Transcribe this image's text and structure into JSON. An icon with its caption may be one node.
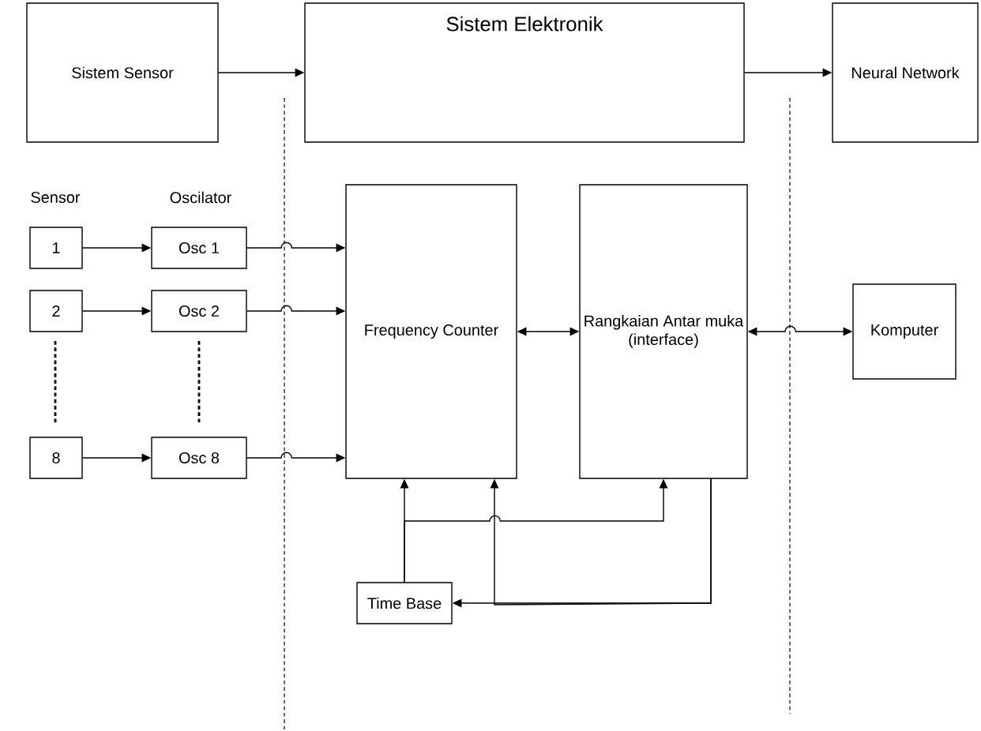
{
  "diagram": {
    "nodes": [
      {
        "text": [
          "Sistem Sensor"
        ]
      },
      {
        "text": [
          "Sistem Elektronik"
        ]
      },
      {
        "text": [
          "Neural Network"
        ]
      },
      {
        "text": [
          "1"
        ]
      },
      {
        "text": [
          "2"
        ]
      },
      {
        "text": [
          "8"
        ]
      },
      {
        "text": [
          "Osc 1"
        ]
      },
      {
        "text": [
          "Osc 2"
        ]
      },
      {
        "text": [
          "Osc 8"
        ]
      },
      {
        "text": [
          "Frequency Counter"
        ]
      },
      {
        "text": [
          "Rangkaian Antar muka (interface)"
        ]
      },
      {
        "text": [
          "Komputer"
        ]
      },
      {
        "text": [
          "Time Base"
        ]
      }
    ],
    "edges": [
      {
        "from": 0,
        "to": 1,
        "arrow": "to"
      },
      {
        "from": 1,
        "to": 2,
        "arrow": "to"
      },
      {
        "from": 3,
        "to": 6,
        "arrow": "to"
      },
      {
        "from": 4,
        "to": 7,
        "arrow": "to"
      },
      {
        "from": 5,
        "to": 8,
        "arrow": "to"
      },
      {
        "from": 6,
        "to": 9,
        "arrow": "to"
      },
      {
        "from": 7,
        "to": 9,
        "arrow": "to"
      },
      {
        "from": 8,
        "to": 9,
        "arrow": "to"
      },
      {
        "from": 9,
        "to": 10,
        "arrow": "both"
      },
      {
        "from": 10,
        "to": 11,
        "arrow": "both"
      },
      {
        "from": 12,
        "to": 9,
        "arrow": "to"
      },
      {
        "from": 12,
        "to": 10,
        "arrow": "to"
      },
      {
        "from": 10,
        "to": 12,
        "arrow": "to"
      },
      {
        "from": 10,
        "to": 9,
        "arrow": "to"
      }
    ],
    "labels": [
      "Sensor",
      "Oscilator"
    ]
  }
}
